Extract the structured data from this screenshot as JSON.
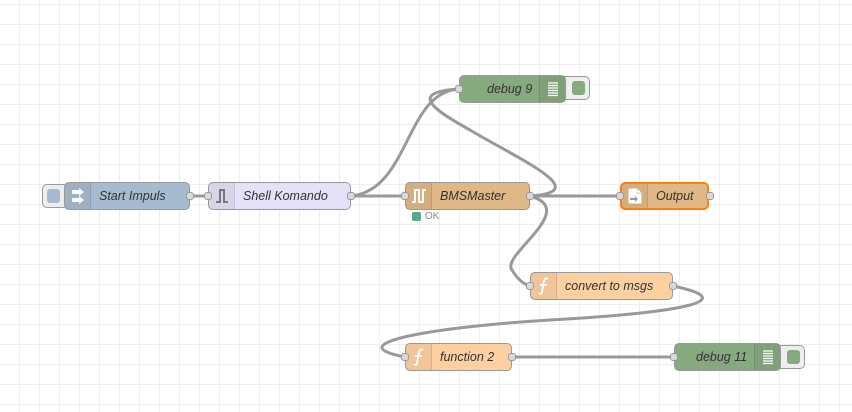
{
  "flow": {
    "nodes": {
      "start_impuls": {
        "label": "Start Impuls",
        "color": "#a6bbcf",
        "icon": "inject-icon"
      },
      "shell_komando": {
        "label": "Shell Komando",
        "color": "#e6e0f8",
        "icon": "trigger-icon"
      },
      "bms_master": {
        "label": "BMSMaster",
        "color": "#deb887",
        "icon": "trigger-icon",
        "status_text": "OK",
        "status_color": "#5a8"
      },
      "output": {
        "label": "Output",
        "color": "#deb887",
        "icon": "file-icon",
        "highlight": "#ff7f0e"
      },
      "convert_to_msgs": {
        "label": "convert to msgs",
        "color": "#fdd0a2",
        "icon": "function-icon"
      },
      "function_2": {
        "label": "function 2",
        "color": "#fdd0a2",
        "icon": "function-icon"
      },
      "debug_9": {
        "label": "debug 9",
        "color": "#87a980",
        "icon": "debug-list-icon"
      },
      "debug_11": {
        "label": "debug 11",
        "color": "#87a980",
        "icon": "debug-list-icon"
      }
    }
  }
}
